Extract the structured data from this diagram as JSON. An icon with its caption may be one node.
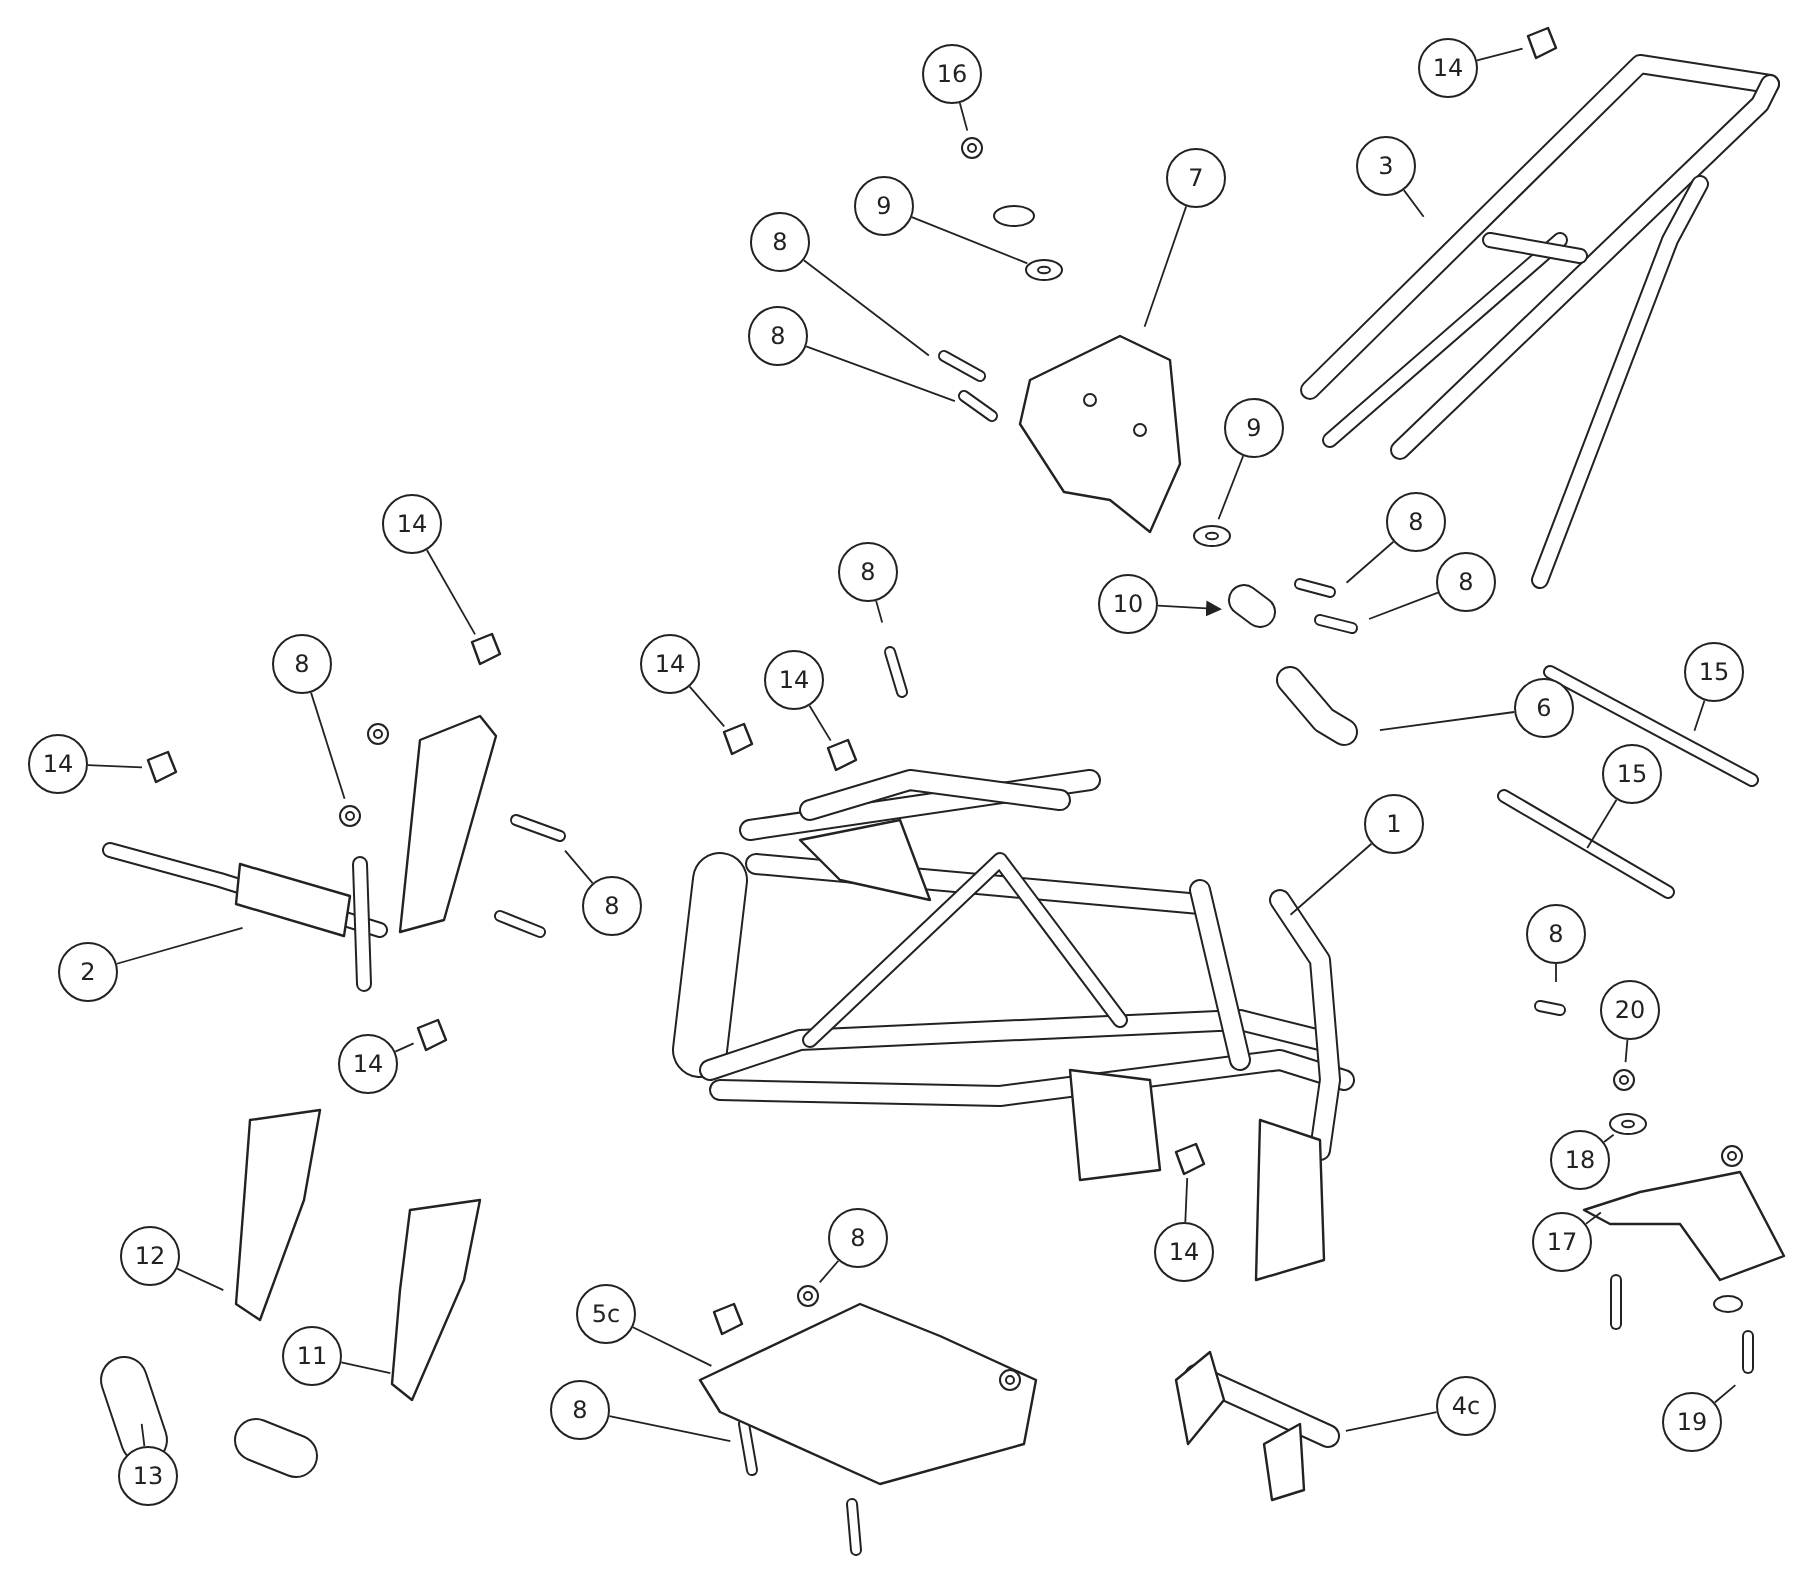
{
  "diagram": {
    "nodes": [
      {
        "text": [
          "16"
        ]
      },
      {
        "text": [
          "14"
        ]
      },
      {
        "text": [
          "7"
        ]
      },
      {
        "text": [
          "3"
        ]
      },
      {
        "text": [
          "9"
        ]
      },
      {
        "text": [
          "8"
        ]
      },
      {
        "text": [
          "8"
        ]
      },
      {
        "text": [
          "9"
        ]
      },
      {
        "text": [
          "14"
        ]
      },
      {
        "text": [
          "8"
        ]
      },
      {
        "text": [
          "8"
        ]
      },
      {
        "text": [
          "10"
        ]
      },
      {
        "text": [
          "8"
        ]
      },
      {
        "text": [
          "14"
        ]
      },
      {
        "text": [
          "15"
        ]
      },
      {
        "text": [
          "8"
        ]
      },
      {
        "text": [
          "14"
        ]
      },
      {
        "text": [
          "6"
        ]
      },
      {
        "text": [
          "14"
        ]
      },
      {
        "text": [
          "15"
        ]
      },
      {
        "text": [
          "1"
        ]
      },
      {
        "text": [
          "8"
        ]
      },
      {
        "text": [
          "8"
        ]
      },
      {
        "text": [
          "2"
        ]
      },
      {
        "text": [
          "20"
        ]
      },
      {
        "text": [
          "14"
        ]
      },
      {
        "text": [
          "18"
        ]
      },
      {
        "text": [
          "17"
        ]
      },
      {
        "text": [
          "12"
        ]
      },
      {
        "text": [
          "8"
        ]
      },
      {
        "text": [
          "14"
        ]
      },
      {
        "text": [
          "5c"
        ]
      },
      {
        "text": [
          "11"
        ]
      },
      {
        "text": [
          "4c"
        ]
      },
      {
        "text": [
          "8"
        ]
      },
      {
        "text": [
          "19"
        ]
      },
      {
        "text": [
          "13"
        ]
      },
      {
        "text": [],
        "shape": "picture"
      },
      {
        "text": [],
        "shape": "picture"
      },
      {
        "text": [],
        "shape": "picture"
      },
      {
        "text": [],
        "shape": "picture"
      },
      {
        "text": [],
        "shape": "picture"
      },
      {
        "text": [],
        "shape": "picture"
      },
      {
        "text": [],
        "shape": "picture"
      },
      {
        "text": [],
        "shape": "picture"
      },
      {
        "text": [],
        "shape": "picture"
      },
      {
        "text": [],
        "shape": "picture"
      },
      {
        "text": [],
        "shape": "picture"
      },
      {
        "text": [],
        "shape": "picture"
      },
      {
        "text": [],
        "shape": "picture"
      },
      {
        "text": [],
        "shape": "picture"
      },
      {
        "text": [],
        "shape": "picture"
      }
    ],
    "edges": [
      {
        "from": 0,
        "to": 37,
        "arrow": "none"
      },
      {
        "from": 1,
        "to": 38,
        "arrow": "none"
      },
      {
        "from": 2,
        "to": null,
        "arrow": "none"
      },
      {
        "from": 3,
        "to": null,
        "arrow": "none"
      },
      {
        "from": 4,
        "to": 39,
        "arrow": "none"
      },
      {
        "from": 5,
        "to": null,
        "arrow": "none"
      },
      {
        "from": 6,
        "to": null,
        "arrow": "none"
      },
      {
        "from": 7,
        "to": 40,
        "arrow": "none"
      },
      {
        "from": 8,
        "to": 41,
        "arrow": "none"
      },
      {
        "from": 9,
        "to": null,
        "arrow": "none"
      },
      {
        "from": 10,
        "to": null,
        "arrow": "none"
      },
      {
        "from": 11,
        "to": null,
        "arrow": "to"
      },
      {
        "from": 12,
        "to": null,
        "arrow": "none"
      },
      {
        "from": 13,
        "to": 42,
        "arrow": "none"
      },
      {
        "from": 14,
        "to": null,
        "arrow": "none"
      },
      {
        "from": 15,
        "to": 43,
        "arrow": "none"
      },
      {
        "from": 16,
        "to": 44,
        "arrow": "none"
      },
      {
        "from": 17,
        "to": null,
        "arrow": "none"
      },
      {
        "from": 18,
        "to": 45,
        "arrow": "none"
      },
      {
        "from": 19,
        "to": null,
        "arrow": "none"
      },
      {
        "from": 20,
        "to": null,
        "arrow": "none"
      },
      {
        "from": 21,
        "to": null,
        "arrow": "none"
      },
      {
        "from": 22,
        "to": null,
        "arrow": "none"
      },
      {
        "from": 23,
        "to": null,
        "arrow": "none"
      },
      {
        "from": 24,
        "to": 46,
        "arrow": "none"
      },
      {
        "from": 25,
        "to": 47,
        "arrow": "none"
      },
      {
        "from": 26,
        "to": 48,
        "arrow": "none"
      },
      {
        "from": 27,
        "to": null,
        "arrow": "none"
      },
      {
        "from": 28,
        "to": null,
        "arrow": "none"
      },
      {
        "from": 29,
        "to": 49,
        "arrow": "none"
      },
      {
        "from": 30,
        "to": 50,
        "arrow": "none"
      },
      {
        "from": 31,
        "to": null,
        "arrow": "none"
      },
      {
        "from": 32,
        "to": null,
        "arrow": "none"
      },
      {
        "from": 33,
        "to": 51,
        "arrow": "none"
      },
      {
        "from": 34,
        "to": null,
        "arrow": "none"
      },
      {
        "from": 35,
        "to": null,
        "arrow": "none"
      },
      {
        "from": 36,
        "to": null,
        "arrow": "none"
      }
    ]
  }
}
